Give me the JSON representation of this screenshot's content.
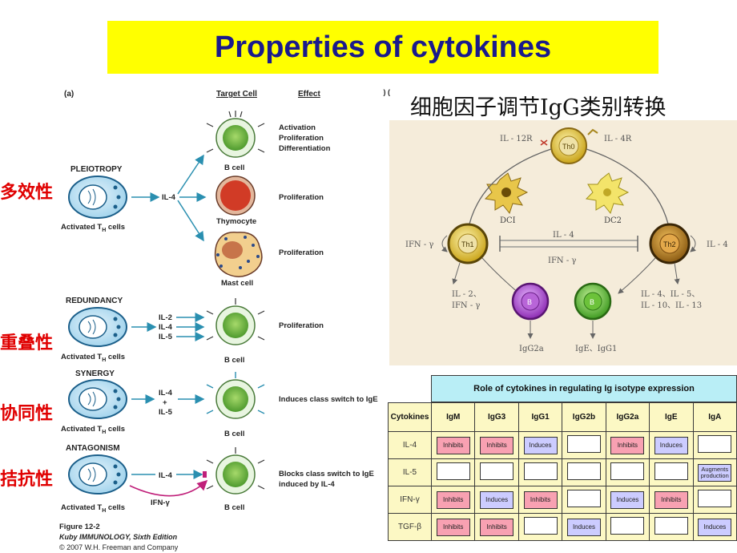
{
  "slide": {
    "title": "Properties of cytokines"
  },
  "cn_labels": [
    "多效性",
    "重叠性",
    "协同性",
    "拮抗性"
  ],
  "fig_a": {
    "panel": "(a)",
    "col_target": "Target Cell",
    "col_effect": "Effect",
    "sections": {
      "pleiotropy": "PLEIOTROPY",
      "redundancy": "REDUNDANCY",
      "synergy": "SYNERGY",
      "antagonism": "ANTAGONISM"
    },
    "activated_cells": "Activated T",
    "subscript": "H",
    "cells_word": "cells",
    "il4": "IL-4",
    "il2": "IL-2",
    "il5": "IL-5",
    "plus": "+",
    "ifn": "IFN-γ",
    "targets": {
      "b_cell": "B cell",
      "thymocyte": "Thymocyte",
      "mast_cell": "Mast cell"
    },
    "effects": {
      "activation": "Activation",
      "proliferation": "Proliferation",
      "differentiation": "Differentiation",
      "class_switch": "Induces class switch to IgE",
      "blocks_1": "Blocks class switch to IgE",
      "blocks_2": "induced by IL-4"
    },
    "caption": {
      "figure": "Figure 12-2",
      "book": "Kuby IMMUNOLOGY, Sixth Edition",
      "copyright": "© 2007 W.H. Freeman and Company"
    }
  },
  "fig_b": {
    "panel": "(b) (",
    "cn_title": "细胞因子调节IgG类别转换",
    "th0": "Th0",
    "il12r": "IL - 12R",
    "il4r": "IL - 4R",
    "dc1": "DCI",
    "dc2": "DC2",
    "th1": "Th1",
    "th2": "Th2",
    "ifn_left": "IFN - γ",
    "il4_right": "IL - 4",
    "il4_mid": "IL - 4",
    "ifn_mid": "IFN - γ",
    "th1_out_1": "IL - 2、",
    "th1_out_2": "IFN - γ",
    "th2_out_1": "IL - 4、IL - 5、",
    "th2_out_2": "IL - 10、IL - 13",
    "b": "B",
    "igg2a": "IgG2a",
    "ige_igg1": "IgE、IgG1"
  },
  "table": {
    "title": "Role of cytokines in regulating Ig isotype expression",
    "headers": [
      "Cytokines",
      "IgM",
      "IgG3",
      "IgG1",
      "IgG2b",
      "IgG2a",
      "IgE",
      "IgA"
    ],
    "rows": [
      {
        "name": "IL-4",
        "cells": [
          "Inhibits",
          "Inhibits",
          "Induces",
          "",
          "Inhibits",
          "Induces",
          ""
        ]
      },
      {
        "name": "IL-5",
        "cells": [
          "",
          "",
          "",
          "",
          "",
          "",
          "Augments production"
        ]
      },
      {
        "name": "IFN-γ",
        "cells": [
          "Inhibits",
          "Induces",
          "Inhibits",
          "",
          "Induces",
          "Inhibits",
          ""
        ]
      },
      {
        "name": "TGF-β",
        "cells": [
          "Inhibits",
          "Inhibits",
          "",
          "Induces",
          "",
          "",
          "Induces"
        ]
      }
    ],
    "colors": {
      "inhibits": "#f8a1b2",
      "induces": "#ccccff",
      "body": "#fcf8c4",
      "title_bg": "#b9eef6"
    }
  }
}
